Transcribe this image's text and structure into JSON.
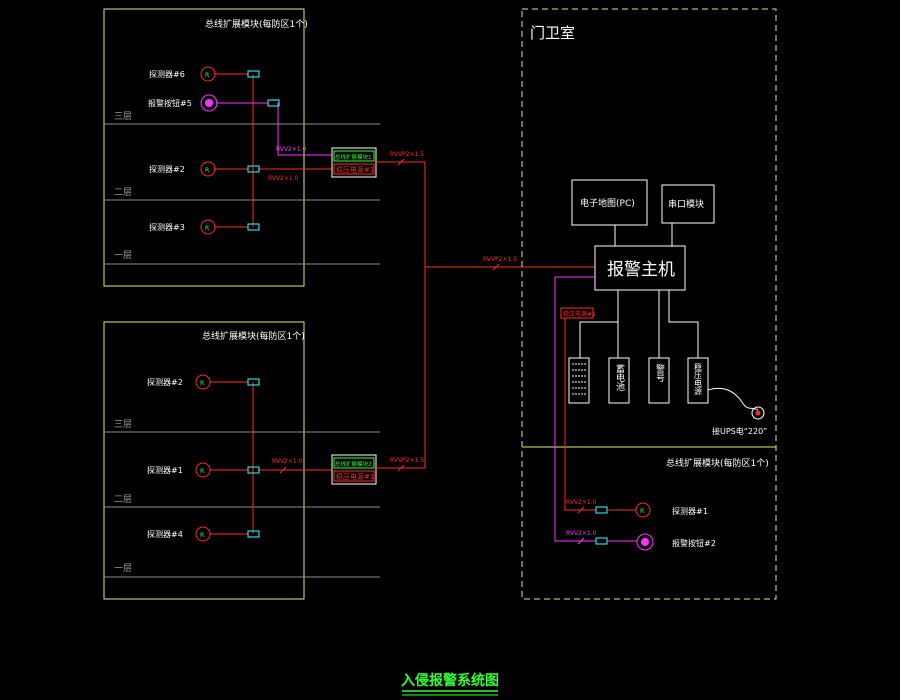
{
  "colors": {
    "background": "#000000",
    "frame": "#e8e87a",
    "wire_red": "#ff2a2a",
    "wire_magenta": "#ff33ff",
    "module_cyan": "#33ffff",
    "floor_line": "#8c8c8c",
    "label_white": "#ffffff",
    "title_green": "#33ff33",
    "green_box": "#33ff33"
  },
  "title": "入侵报警系统图",
  "building1": {
    "header": "总线扩展模块(每防区1个)",
    "floors": [
      "三层",
      "二层",
      "一层"
    ],
    "devices": [
      "探测器#6",
      "报警按钮#5",
      "探测器#2",
      "探测器#3"
    ],
    "cable_red": "RVV2×1.0",
    "cable_magenta": "RVV2×1.0",
    "module_label": "总线扩展模块1",
    "power_label": "稳压电源#1",
    "out_cable": "RVVP2×1.5"
  },
  "building2": {
    "header": "总线扩展模块(每防区1个)",
    "floors": [
      "三层",
      "二层",
      "一层"
    ],
    "devices": [
      "探测器#2",
      "探测器#1",
      "探测器#4"
    ],
    "cable_red": "RVV2×1.0",
    "module_label": "总线扩展模块2",
    "power_label": "稳压电源#1",
    "out_cable": "RVVP2×1.5"
  },
  "bus_cable": "RVVP2×1.5",
  "guard_room": {
    "title": "门卫室",
    "pc": "电子地图(PC)",
    "serial": "串口模块",
    "host": "报警主机",
    "power_tag": "稳压电源#1",
    "keyboard_icon": "keypad-icon",
    "battery": "蓄电池",
    "siren": "警号",
    "psu": "稳压电源",
    "ups": "接UPS电“220”",
    "sub_header": "总线扩展模块(每防区1个)",
    "cable1": "RVV2×1.0",
    "cable2": "RVV2×1.0",
    "device1": "探测器#1",
    "device2": "报警按钮#2"
  }
}
